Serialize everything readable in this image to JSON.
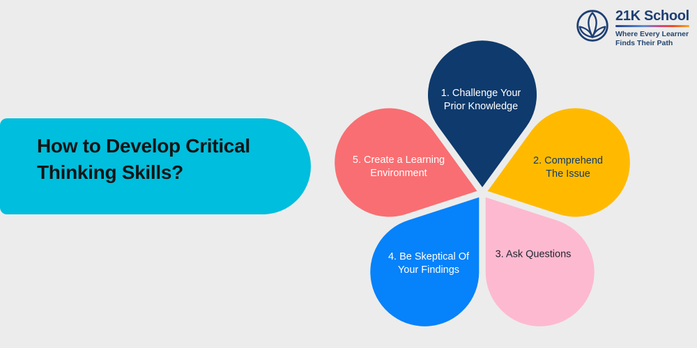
{
  "page": {
    "background_color": "#ececec"
  },
  "logo": {
    "brand": "21K School",
    "tagline": "Where Every Learner\nFinds Their Path",
    "color": "#1e3f73",
    "icon": "lotus-in-circle"
  },
  "title": {
    "text": "How to Develop Critical\nThinking Skills?",
    "banner_color": "#00bedd",
    "text_color": "#141414"
  },
  "flower": {
    "type": "five-petal-diagram",
    "petals": [
      {
        "number": "1",
        "label": "1. Challenge Your\nPrior Knowledge",
        "color": "#0e3a6d",
        "text_color": "#ffffff",
        "angle": 0
      },
      {
        "number": "2",
        "label": "2. Comprehend\nThe Issue",
        "color": "#ffba00",
        "text_color": "#0e3a6d",
        "angle": 72
      },
      {
        "number": "3",
        "label": "3. Ask Questions",
        "color": "#fdb9d0",
        "text_color": "#23242f",
        "angle": 144
      },
      {
        "number": "4",
        "label": "4. Be Skeptical Of\nYour Findings",
        "color": "#0682fa",
        "text_color": "#ffffff",
        "angle": 216
      },
      {
        "number": "5",
        "label": "5. Create a Learning\nEnvironment",
        "color": "#f96e72",
        "text_color": "#ffffff",
        "angle": 288
      }
    ]
  }
}
